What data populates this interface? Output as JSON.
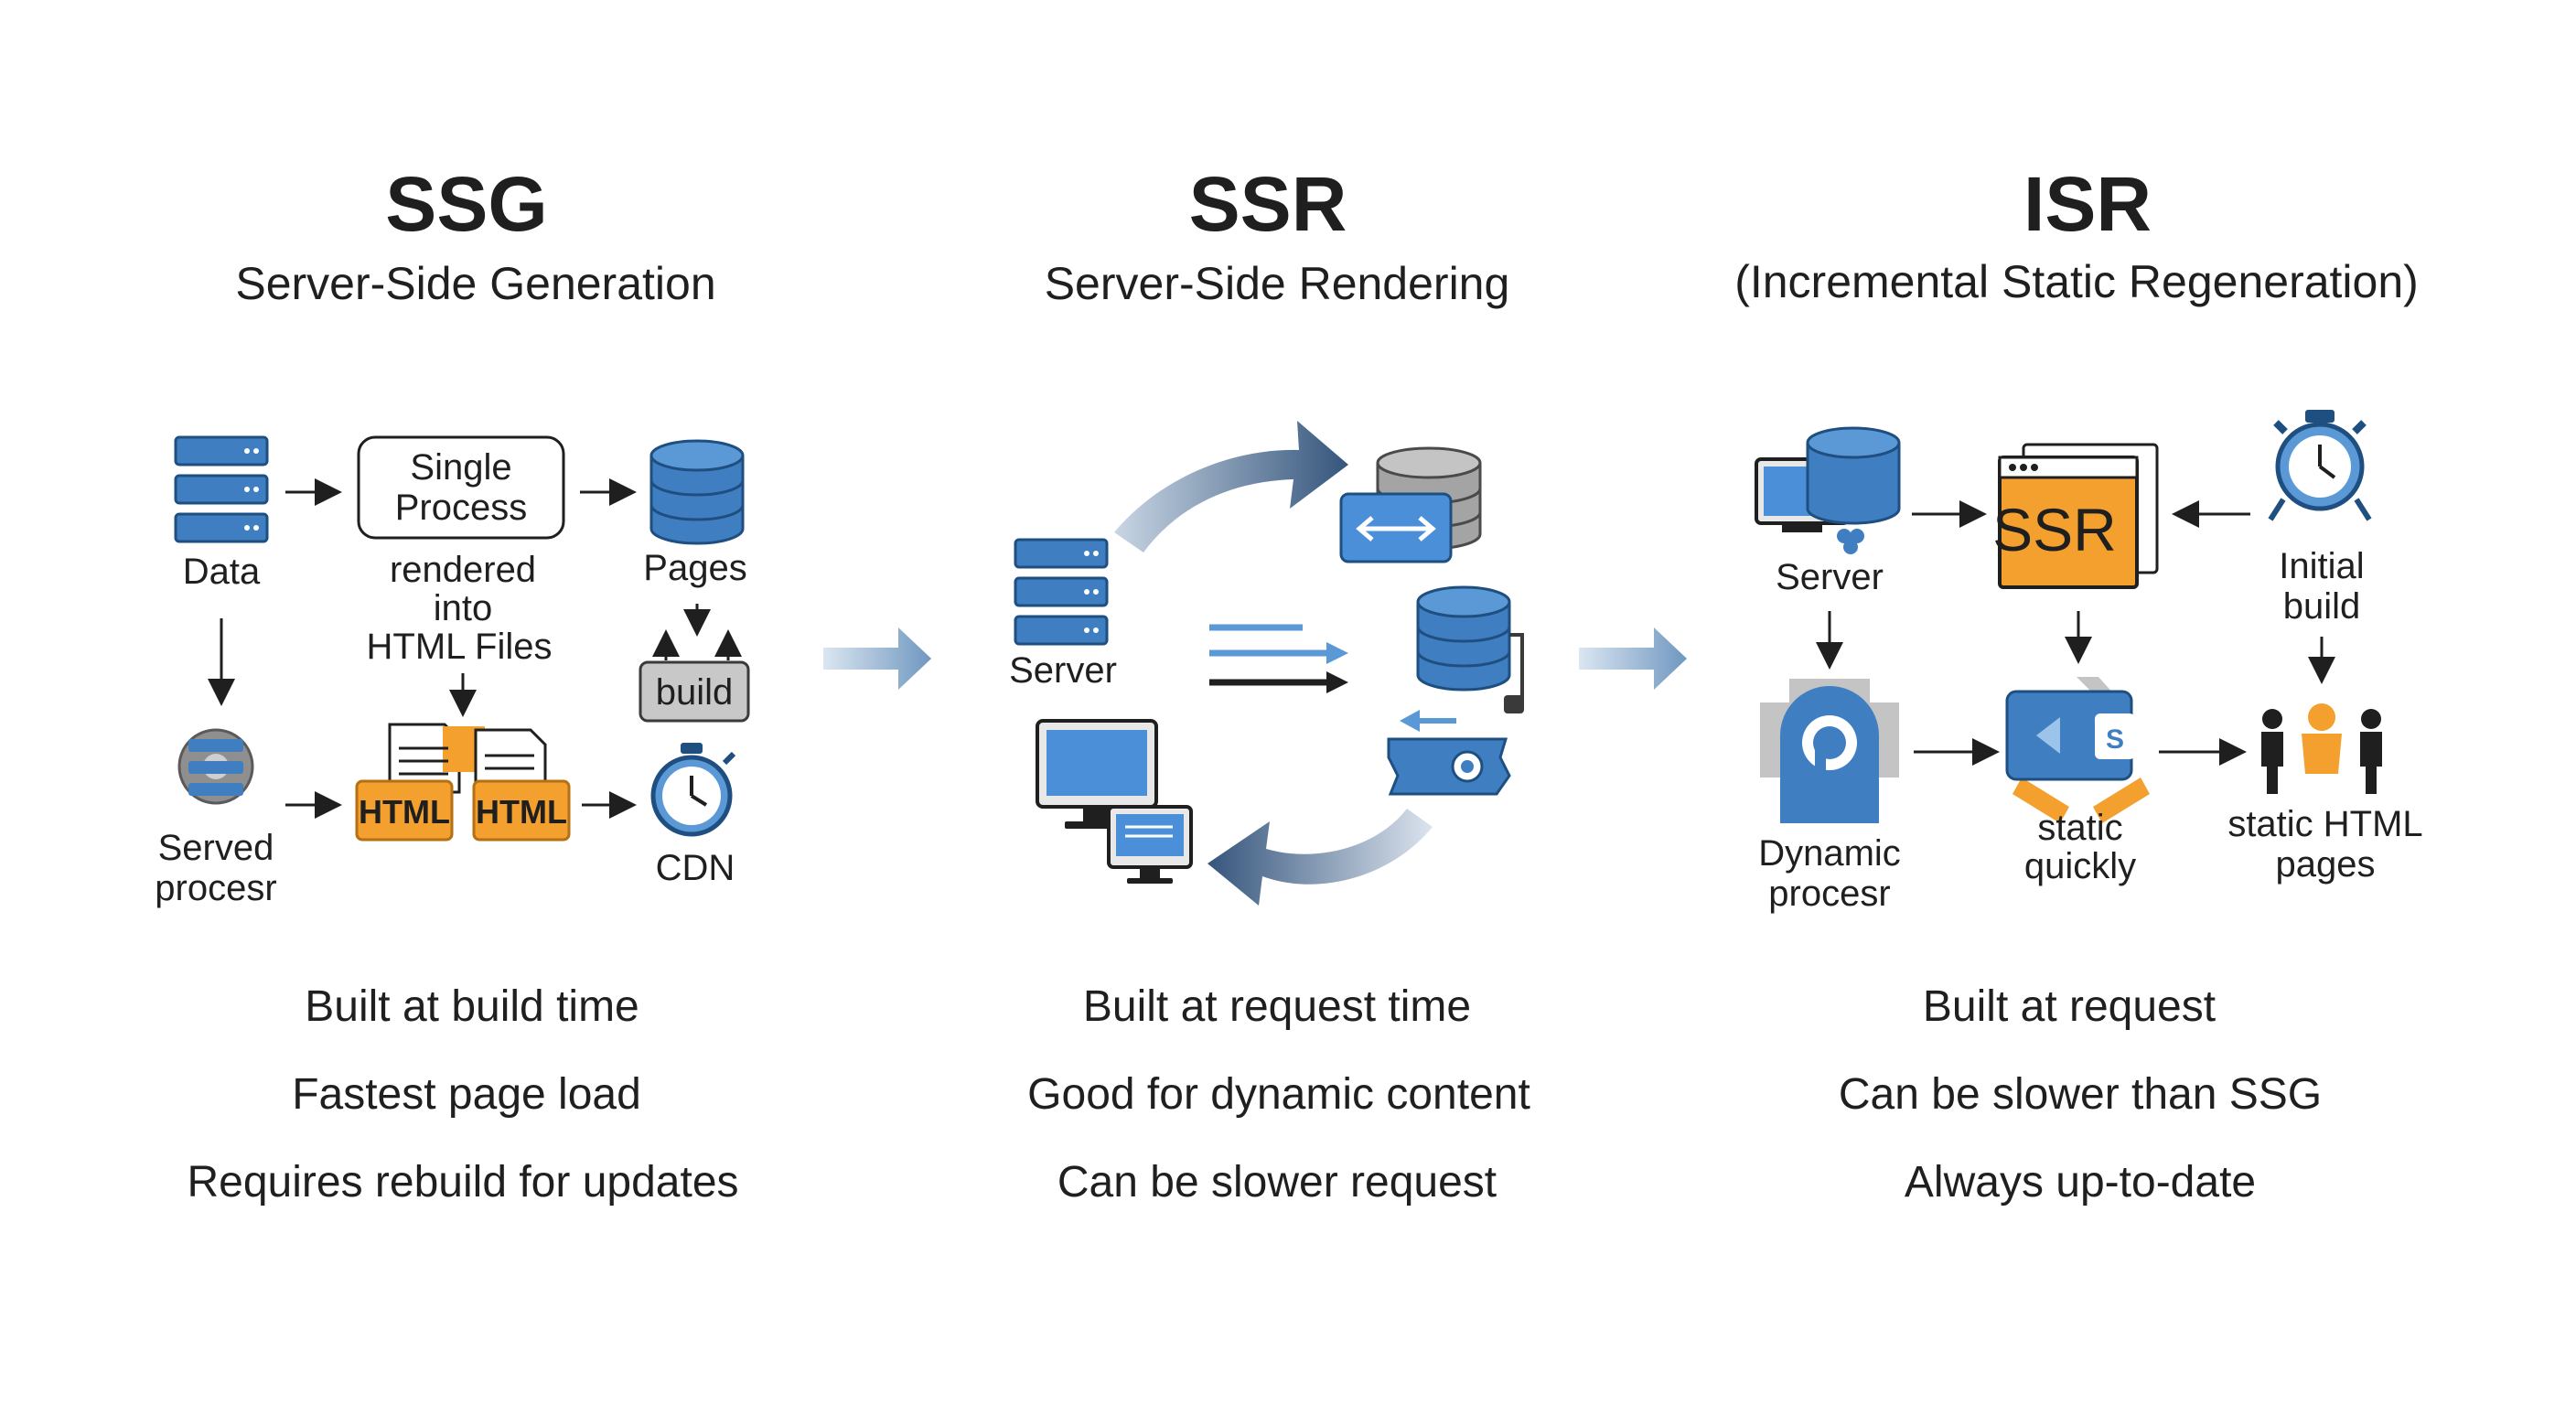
{
  "sections": [
    {
      "title": "SSG",
      "subtitle": "Server-Side Generation",
      "labels": {
        "data": "Data",
        "single_process_1": "Single",
        "single_process_2": "Process",
        "pages": "Pages",
        "rendered_1": "rendered",
        "rendered_2": "into",
        "rendered_3": "HTML Files",
        "build": "build",
        "served_1": "Served",
        "served_2": "procesr",
        "html_a": "HTML",
        "html_b": "HTML",
        "cdn": "CDN"
      },
      "bullets": [
        "Built at build time",
        "Fastest page load",
        "Requires rebuild for updates"
      ]
    },
    {
      "title": "SSR",
      "subtitle": "Server-Side Rendering",
      "labels": {
        "server": "Server"
      },
      "bullets": [
        "Built at request time",
        "Good for dynamic content",
        "Can be slower request"
      ]
    },
    {
      "title": "ISR",
      "subtitle": "(Incremental Static Regeneration)",
      "labels": {
        "server": "Server",
        "ssr": "SSR",
        "initial_1": "Initial",
        "initial_2": "build",
        "dynamic_1": "Dynamic",
        "dynamic_2": "procesr",
        "static_1": "static",
        "static_2": "quickly",
        "static_html_1": "static HTML",
        "static_html_2": "pages"
      },
      "bullets": [
        "Built at request",
        "Can be slower than SSG",
        "Always up-to-date"
      ]
    }
  ],
  "colors": {
    "blue": "#3f7fc1",
    "orange": "#f3a02f",
    "gray": "#8f8f8f",
    "dark": "#1f1f1f"
  },
  "icons": [
    "server-stack-icon",
    "database-icon",
    "stopwatch-icon",
    "document-icon",
    "monitor-icon",
    "people-icon",
    "cycle-arrow-icon"
  ]
}
